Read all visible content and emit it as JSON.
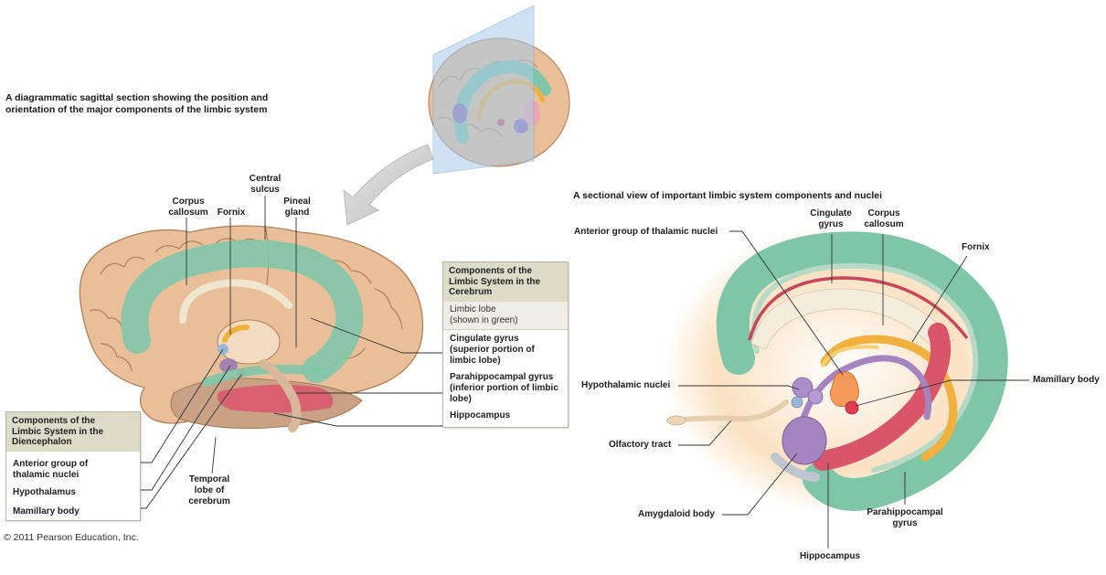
{
  "captions": {
    "sagittal": "A diagrammatic sagittal section showing the position and\norientation of the major components of the limbic system",
    "sectional": "A sectional view of important limbic system components and nuclei"
  },
  "left_labels": {
    "central_sulcus": "Central\nsulcus",
    "corpus_callosum": "Corpus\ncallosum",
    "fornix": "Fornix",
    "pineal_gland": "Pineal\ngland",
    "temporal_lobe": "Temporal\nlobe of\ncerebrum"
  },
  "cerebrum_box": {
    "title": "Components of the\nLimbic System in the\nCerebrum",
    "items": [
      "Limbic lobe\n(shown in green)",
      "Cingulate gyrus\n(superior portion of\nlimbic lobe)",
      "Parahippocampal gyrus\n(inferior portion of limbic\nlobe)",
      "Hippocampus"
    ]
  },
  "diencephalon_box": {
    "title": "Components of the\nLimbic System in the\nDiencephalon",
    "items": [
      "Anterior group of\nthalamic nuclei",
      "Hypothalamus",
      "Mamillary body"
    ]
  },
  "right_labels": {
    "anterior_thalamic": "Anterior group of thalamic nuclei",
    "cingulate_gyrus": "Cingulate\ngyrus",
    "corpus_callosum": "Corpus\ncallosum",
    "fornix": "Fornix",
    "hypothalamic_nuclei": "Hypothalamic nuclei",
    "mamillary_body": "Mamillary body",
    "olfactory_tract": "Olfactory tract",
    "amygdaloid_body": "Amygdaloid body",
    "parahippocampal_gyrus": "Parahippocampal\ngyrus",
    "hippocampus": "Hippocampus"
  },
  "copyright": "© 2011 Pearson Education, Inc.",
  "colors": {
    "brain": "#e9bf9a",
    "limbic_green": "#7fc6a8",
    "hippocampus": "#d9566a",
    "fornix": "#f2b13e",
    "amygdala": "#a684c0",
    "plane": "#a9cbea",
    "arrow": "#cfcfcf"
  }
}
